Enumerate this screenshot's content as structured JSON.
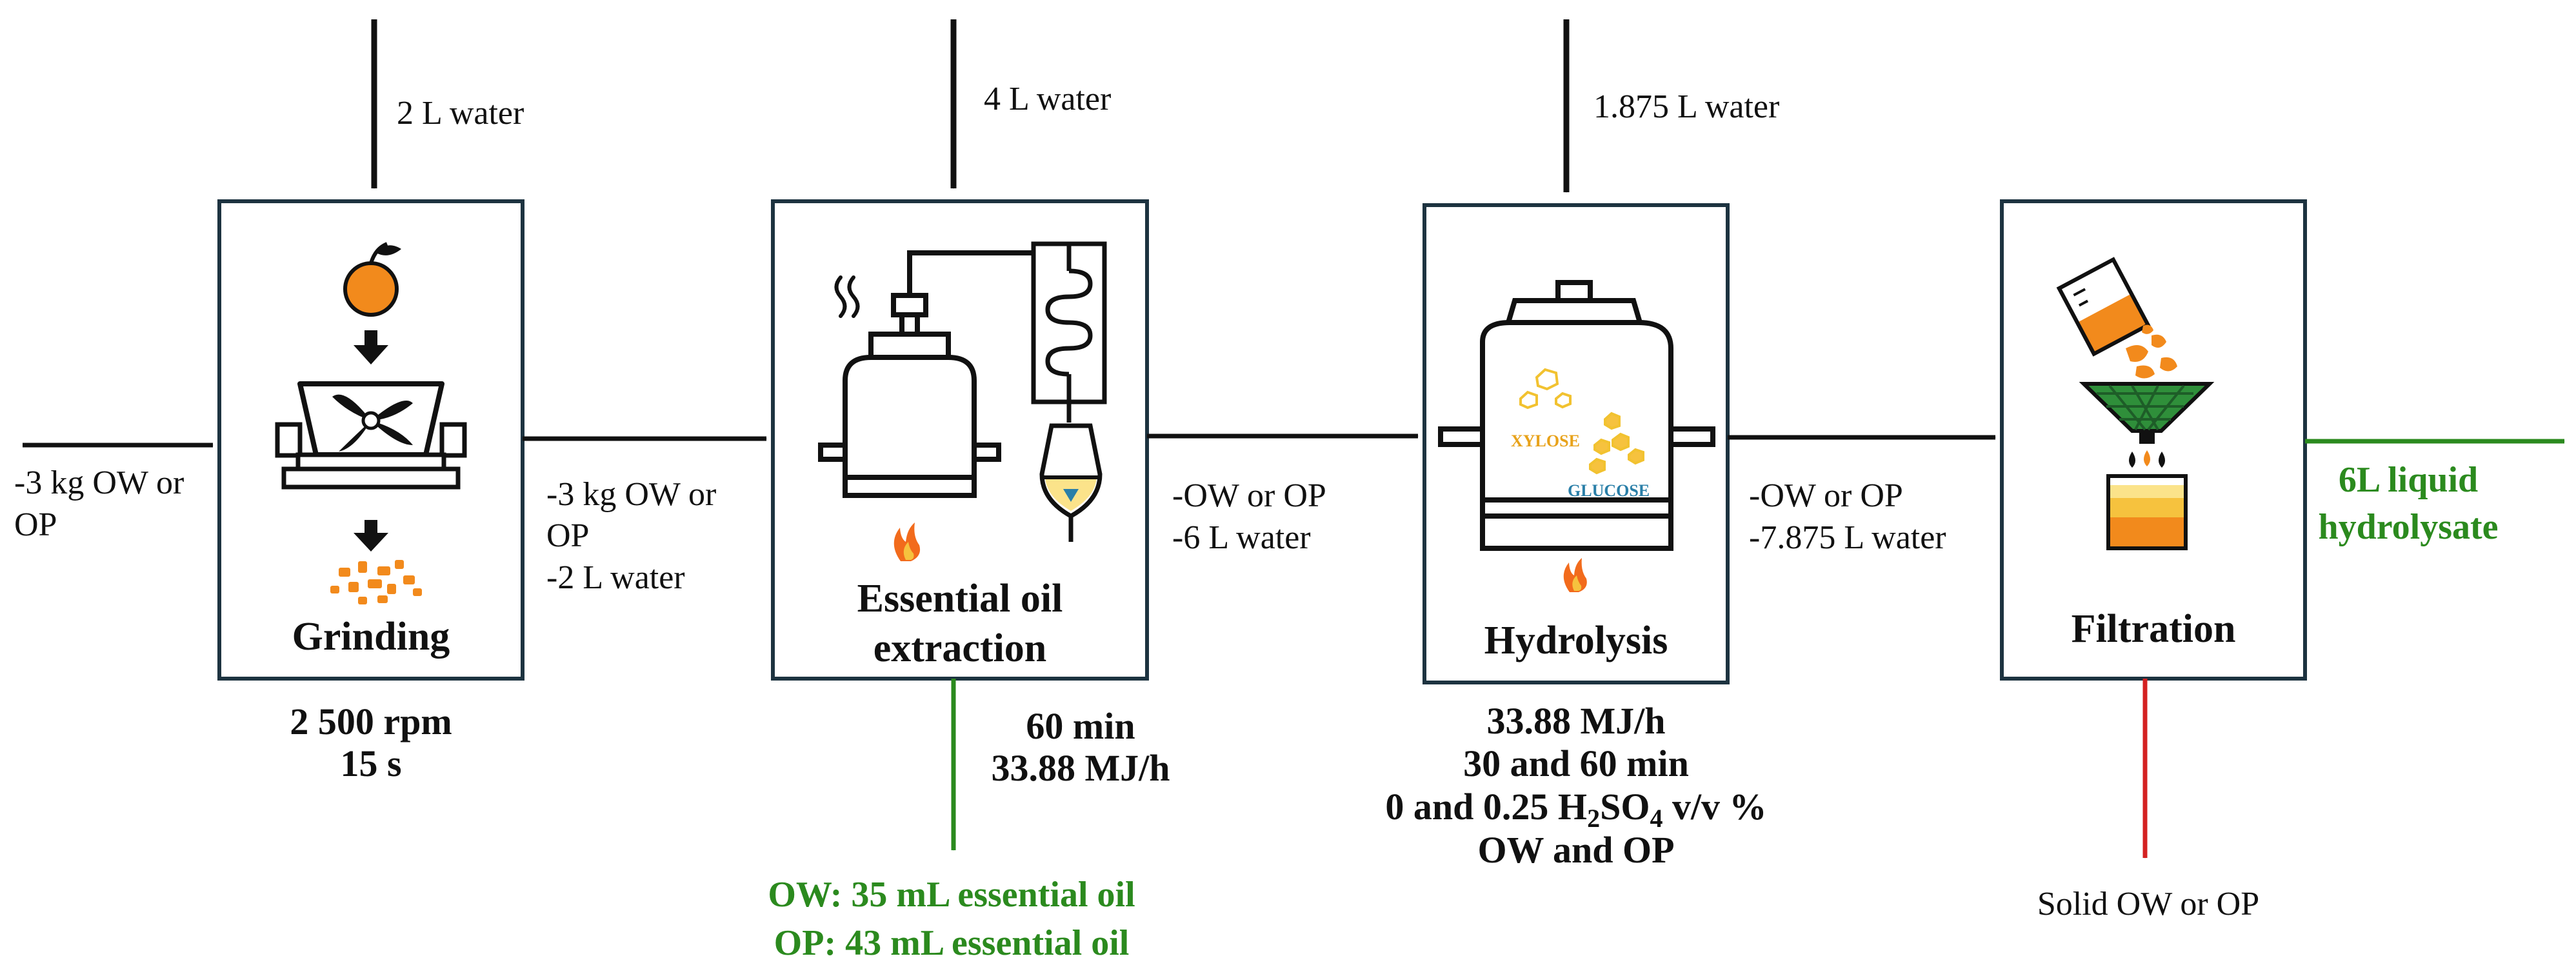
{
  "colors": {
    "box_border": "#1d3340",
    "arrow": "#111111",
    "output_green": "#2b8a1e",
    "waste_red": "#d42020",
    "orange": "#f28a1c",
    "xylose_text": "#e8a21a",
    "glucose_text": "#2a7fa8",
    "filter_green": "#2f8f3a"
  },
  "inputs": {
    "water_grinding": "2 L water",
    "water_extraction": "4 L water",
    "water_hydrolysis": "1.875 L water",
    "feed_line1": "-3 kg OW or",
    "feed_line2": "OP"
  },
  "stages": {
    "grinding": {
      "title": "Grinding",
      "params": [
        "2 500 rpm",
        "15 s"
      ]
    },
    "extraction": {
      "title_line1": "Essential oil",
      "title_line2": "extraction",
      "params": [
        "60 min",
        "33.88 MJ/h"
      ],
      "outputs": [
        "OW: 35 mL essential oil",
        "OP: 43 mL essential oil"
      ]
    },
    "hydrolysis": {
      "title": "Hydrolysis",
      "sugar1": "XYLOSE",
      "sugar2": "GLUCOSE",
      "params": [
        "33.88 MJ/h",
        "30 and 60 min"
      ],
      "acid_prefix": "0 and 0.25 H",
      "acid_sub1": "2",
      "acid_mid": "SO",
      "acid_sub2": "4",
      "acid_suffix": " v/v %",
      "param_last": "OW and OP"
    },
    "filtration": {
      "title": "Filtration",
      "waste": "Solid OW or OP",
      "product_line1": "6L liquid",
      "product_line2": "hydrolysate"
    }
  },
  "streams": {
    "s1": [
      "-3 kg OW or",
      "OP",
      "-2 L water"
    ],
    "s2": [
      "-OW or OP",
      "-6 L water"
    ],
    "s3": [
      "-OW or OP",
      "-7.875 L water"
    ]
  }
}
